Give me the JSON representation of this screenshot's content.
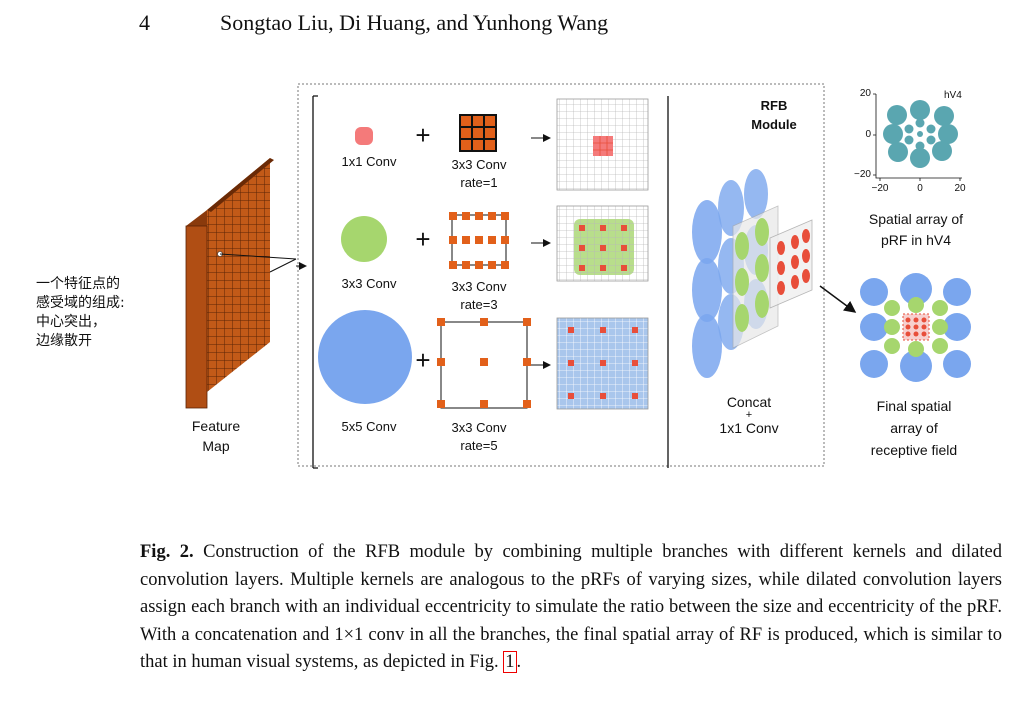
{
  "header": {
    "page_number": "4",
    "authors": "Songtao Liu, Di Huang, and Yunhong Wang"
  },
  "figure": {
    "cjk_note": [
      "一个特征点的",
      "感受域的组成:",
      "中心突出，",
      "边缘散开"
    ],
    "feature_map_label": [
      "Feature",
      "Map"
    ],
    "branches": [
      {
        "conv": "1x1 Conv",
        "dilated": [
          "3x3 Conv",
          "rate=1"
        ]
      },
      {
        "conv": "3x3 Conv",
        "dilated": [
          "3x3 Conv",
          "rate=3"
        ]
      },
      {
        "conv": "5x5 Conv",
        "dilated": [
          "3x3 Conv",
          "rate=5"
        ]
      }
    ],
    "plus": "+",
    "rfb_title": [
      "RFB",
      "Module"
    ],
    "concat_label": [
      "Concat",
      "+",
      "1x1 Conv"
    ],
    "hv4_plot": {
      "title": "hV4",
      "yticks": [
        "20",
        "0",
        "−20"
      ],
      "xticks": [
        "−20",
        "0",
        "20"
      ]
    },
    "hv4_caption": [
      "Spatial array of",
      "pRF in hV4"
    ],
    "final_caption": [
      "Final spatial",
      "array of",
      "receptive field"
    ],
    "colors": {
      "pink": "#f47a7a",
      "green": "#a6d66e",
      "blue": "#7aa6ee",
      "orange": "#e2601a",
      "teal": "#5aa6b0",
      "red": "#e84e3a"
    }
  },
  "caption": {
    "label": "Fig. 2.",
    "text": "Construction of the RFB module by combining multiple branches with different kernels and dilated convolution layers. Multiple kernels are analogous to the pRFs of varying sizes, while dilated convolution layers assign each branch with an individual eccentricity to simulate the ratio between the size and eccentricity of the pRF. With a concatenation and 1×1 conv in all the branches, the final spatial array of RF is produced, which is similar to that in human visual systems, as depicted in Fig.",
    "ref": "1",
    "end": "."
  }
}
